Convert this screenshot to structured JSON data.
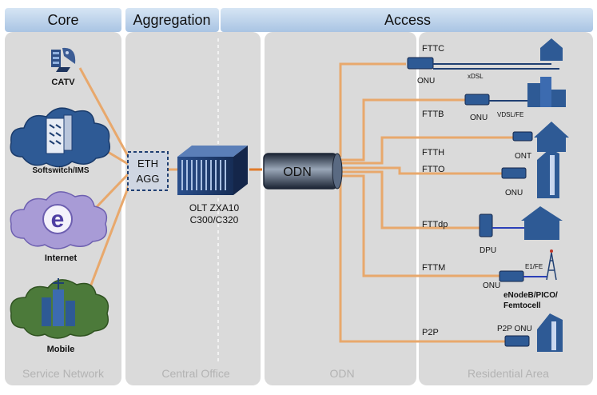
{
  "headers": {
    "core": "Core",
    "aggregation": "Aggregation",
    "access": "Access"
  },
  "footers": {
    "service_network": "Service Network",
    "central_office": "Central Office",
    "odn": "ODN",
    "residential_area": "Residential Area"
  },
  "core_nodes": {
    "catv": "CATV",
    "softswitch": "Softswitch/IMS",
    "internet": "Internet",
    "mobile": "Mobile"
  },
  "aggregation": {
    "eth_agg_line1": "ETH",
    "eth_agg_line2": "AGG",
    "olt_line1": "OLT ZXA10",
    "olt_line2": "C300/C320"
  },
  "odn_label": "ODN",
  "access_branches": {
    "fttc": {
      "label": "FTTC",
      "device": "ONU",
      "link": "xDSL"
    },
    "fttb": {
      "label": "FTTB",
      "device": "ONU",
      "link": "VDSL/FE"
    },
    "ftth": {
      "label": "FTTH",
      "device": "ONT"
    },
    "ftto": {
      "label": "FTTO",
      "device": "ONU"
    },
    "fttdp": {
      "label": "FTTdp",
      "device": "DPU"
    },
    "fttm": {
      "label": "FTTM",
      "device": "ONU",
      "link": "E1/FE",
      "target_line1": "eNodeB/PICO/",
      "target_line2": "Femtocell"
    },
    "p2p": {
      "label": "P2P",
      "device": "P2P ONU"
    }
  },
  "colors": {
    "header_bg": "#bcd3ea",
    "panel_bg": "#dcdcdc",
    "panel_text": "#b8b8b8",
    "fiber": "#e8a86c",
    "cloud_blue": "#2e5a95",
    "cloud_light": "#7a6bb8",
    "cloud_green": "#4c7a3a",
    "dark_blue": "#1f3f72",
    "link_blue": "#2b3fb8"
  }
}
